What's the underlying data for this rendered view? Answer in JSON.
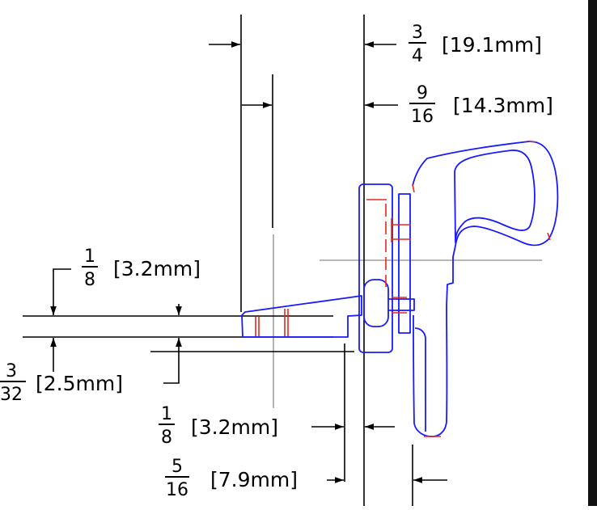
{
  "colors": {
    "background": "#ffffff",
    "dimension": "#000000",
    "outline": "#1a1aff",
    "hidden": "#e8281e",
    "centerline": "#8c8c8c",
    "frame_edge": "#111111"
  },
  "dimensions": [
    {
      "id": "dim-3-4",
      "numerator": "3",
      "denominator": "4",
      "metric": "[19.1mm]"
    },
    {
      "id": "dim-9-16",
      "numerator": "9",
      "denominator": "16",
      "metric": "[14.3mm]"
    },
    {
      "id": "dim-1-8-top",
      "numerator": "1",
      "denominator": "8",
      "metric": "[3.2mm]"
    },
    {
      "id": "dim-3-32",
      "numerator": "3",
      "denominator": "32",
      "metric": "[2.5mm]"
    },
    {
      "id": "dim-1-8-bottom",
      "numerator": "1",
      "denominator": "8",
      "metric": "[3.2mm]"
    },
    {
      "id": "dim-5-16",
      "numerator": "5",
      "denominator": "16",
      "metric": "[7.9mm]"
    }
  ]
}
